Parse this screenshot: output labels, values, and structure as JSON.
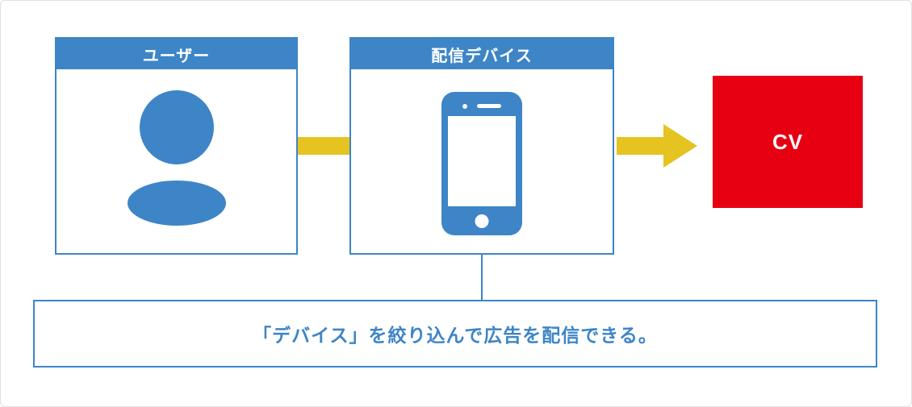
{
  "colors": {
    "primary_blue": "#3d85c6",
    "arrow_yellow": "#e5c320",
    "cv_red": "#e60012",
    "canvas_border": "#dfe3e6"
  },
  "flow": {
    "user_box": {
      "label": "ユーザー",
      "icon": "person-icon"
    },
    "device_box": {
      "label": "配信デバイス",
      "icon": "smartphone-icon"
    },
    "cv_box": {
      "label": "CV"
    }
  },
  "caption": {
    "text": "「デバイス」を絞り込んで広告を配信できる。"
  }
}
